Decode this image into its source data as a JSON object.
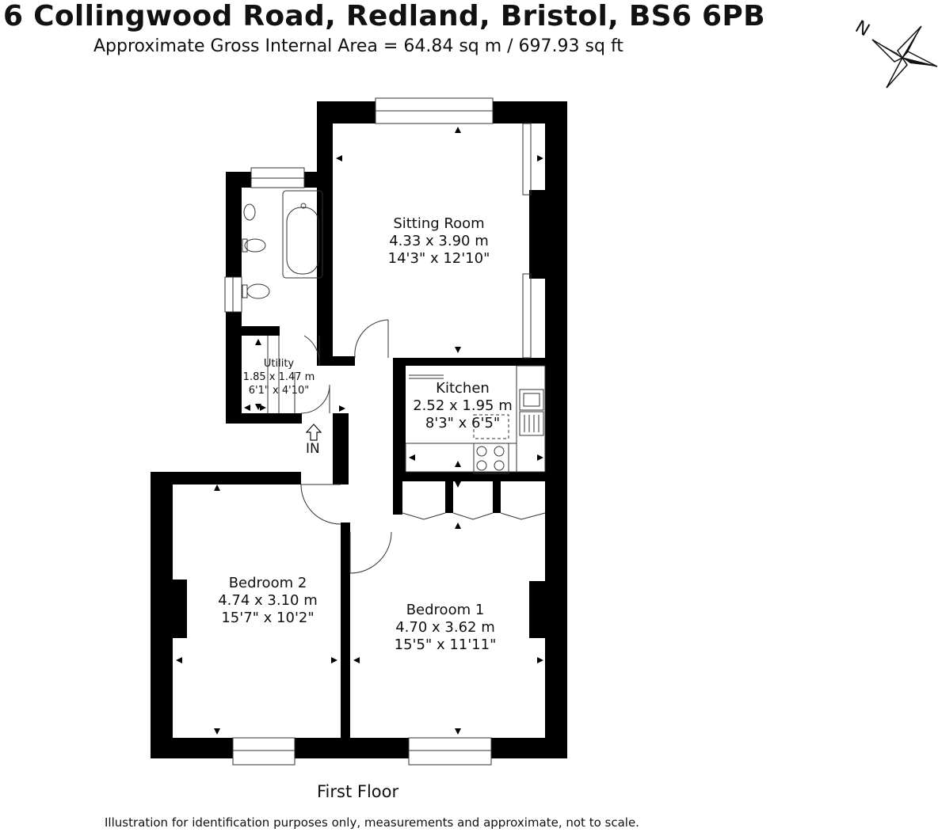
{
  "header": {
    "title": "6 Collingwood Road, Redland, Bristol, BS6 6PB",
    "area": "Approximate Gross Internal Area = 64.84 sq m / 697.93 sq ft"
  },
  "compass": {
    "label": "N"
  },
  "rooms": {
    "sitting_room": {
      "name": "Sitting Room",
      "metric": "4.33 x 3.90 m",
      "imperial": "14'3\" x 12'10\""
    },
    "utility": {
      "name": "Utility",
      "metric": "1.85 x 1.47 m",
      "imperial": "6'1\" x 4'10\""
    },
    "kitchen": {
      "name": "Kitchen",
      "metric": "2.52 x 1.95 m",
      "imperial": "8'3\" x 6'5\""
    },
    "bedroom_2": {
      "name": "Bedroom 2",
      "metric": "4.74 x 3.10 m",
      "imperial": "15'7\" x 10'2\""
    },
    "bedroom_1": {
      "name": "Bedroom 1",
      "metric": "4.70 x 3.62 m",
      "imperial": "15'5\" x 11'11\""
    }
  },
  "entrance": {
    "label": "IN"
  },
  "floor": {
    "label": "First Floor"
  },
  "footer": {
    "disclaimer": "Illustration for identification purposes only, measurements and approximate, not to scale."
  }
}
